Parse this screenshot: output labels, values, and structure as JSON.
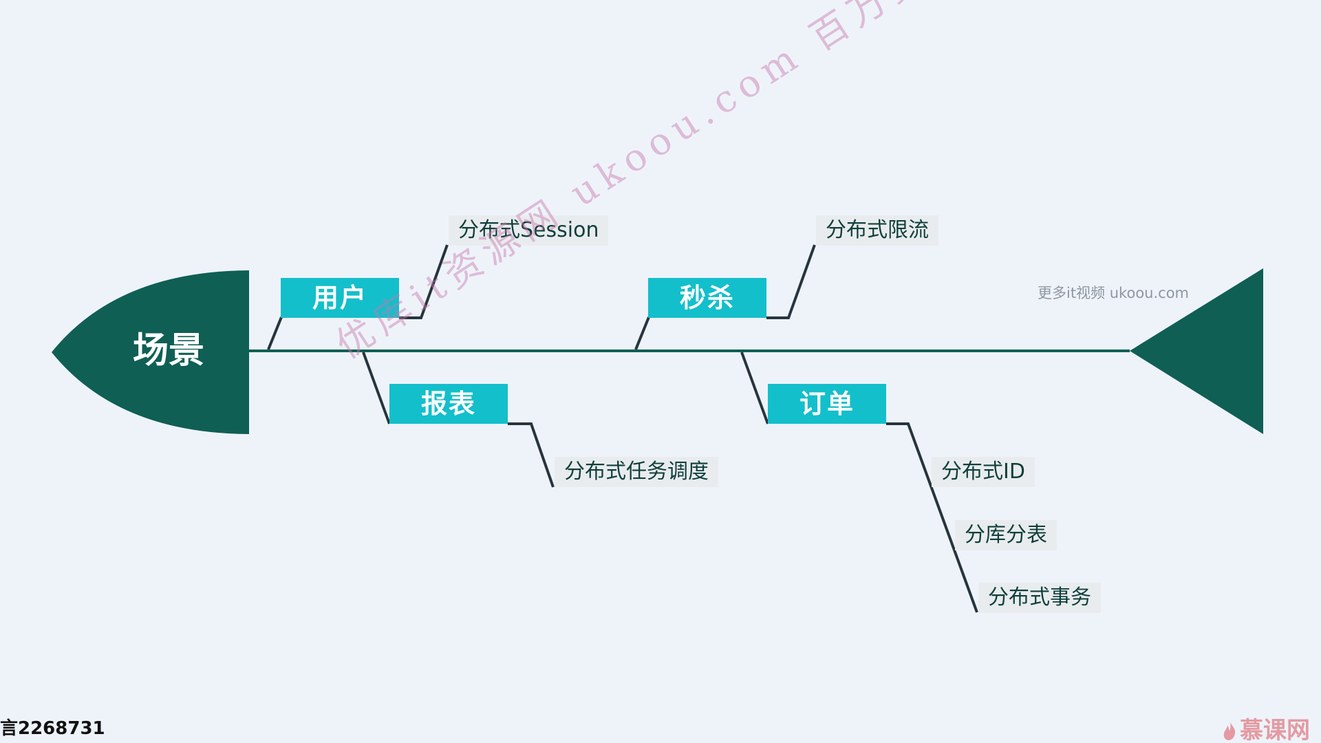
{
  "diagram": {
    "head": "场景",
    "categories": [
      {
        "id": "user",
        "label": "用户",
        "items": [
          "分布式Session"
        ]
      },
      {
        "id": "report",
        "label": "报表",
        "items": [
          "分布式任务调度"
        ]
      },
      {
        "id": "flash-sale",
        "label": "秒杀",
        "items": [
          "分布式限流"
        ]
      },
      {
        "id": "order",
        "label": "订单",
        "items": [
          "分布式ID",
          "分库分表",
          "分布式事务"
        ]
      }
    ]
  },
  "colors": {
    "spine": "#0f5f55",
    "head": "#0f5f55",
    "category_fill": "#13bfcb",
    "connector": "#27343d",
    "leaf_background": "#e9ecef",
    "leaf_text": "#0f3f3a",
    "background": "#eef3fa"
  },
  "overlay": {
    "watermark_diagonal": "优库it资源网 ukoou.com 百万资源随心下",
    "watermark_side": "更多it视频 ukoou.com",
    "user_id": "言2268731",
    "brand": "慕课网"
  }
}
